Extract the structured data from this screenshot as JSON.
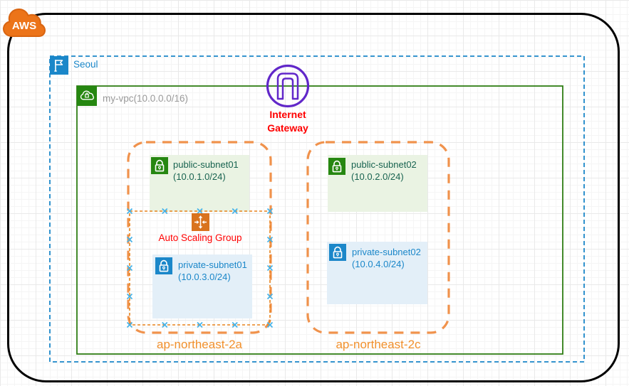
{
  "aws_cloud": {
    "logo_text": "AWS"
  },
  "region": {
    "name": "Seoul"
  },
  "vpc": {
    "name": "my-vpc(10.0.0.0/16)"
  },
  "internet_gateway": {
    "line1": "Internet",
    "line2": "Gateway"
  },
  "auto_scaling_group": {
    "label": "Auto Scaling Group"
  },
  "availability_zones": [
    {
      "name": "ap-northeast-2a",
      "subnets": [
        {
          "name": "public-subnet01",
          "cidr": "(10.0.1.0/24)",
          "type": "public"
        },
        {
          "name": "private-subnet01",
          "cidr": "(10.0.3.0/24)",
          "type": "private"
        }
      ]
    },
    {
      "name": "ap-northeast-2c",
      "subnets": [
        {
          "name": "public-subnet02",
          "cidr": "(10.0.2.0/24)",
          "type": "public"
        },
        {
          "name": "private-subnet02",
          "cidr": "(10.0.4.0/24)",
          "type": "private"
        }
      ]
    }
  ],
  "colors": {
    "region_blue": "#1B87C9",
    "vpc_border_green": "#2F7E14",
    "icon_green": "#268711",
    "subnet_public_fill": "#EAF3E3",
    "subnet_private_fill": "#E3EFF8",
    "subnet_public_text": "#186350",
    "az_dash_orange": "#F0924C",
    "az_label_orange": "#F1902C",
    "asg_dash_orange": "#E8831D",
    "asg_icon_orange": "#D9731E",
    "gateway_purple": "#6127C9",
    "alert_red": "#FF0000",
    "connection_point_blue": "#45B2E8",
    "logo_orange": "#EC7419",
    "outline_black": "#000000"
  }
}
